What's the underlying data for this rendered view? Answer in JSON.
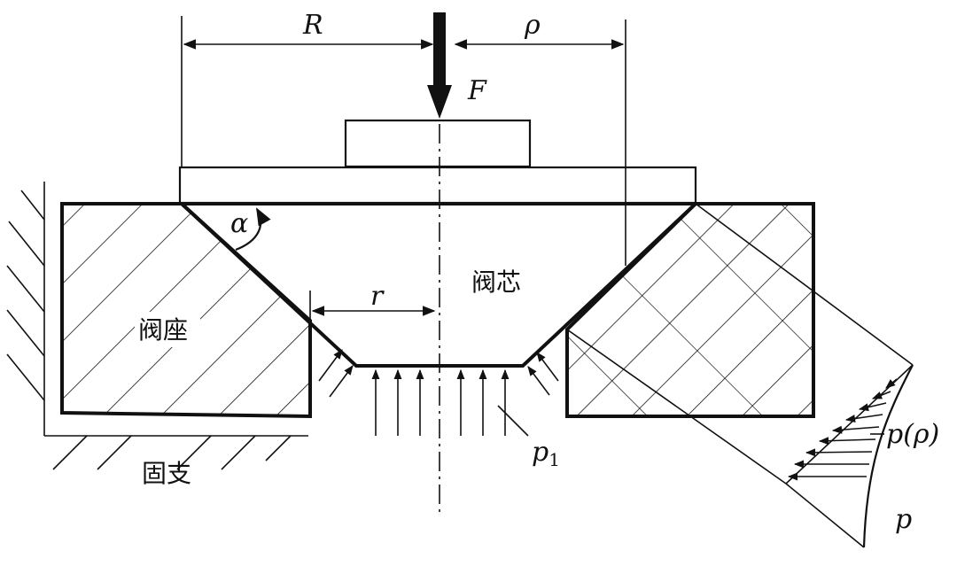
{
  "labels": {
    "R": "R",
    "rho": "ρ",
    "F": "F",
    "alpha": "α",
    "r": "r",
    "valve_core": "阀芯",
    "valve_seat": "阀座",
    "fixed_support": "固支",
    "p1": "p",
    "p1_sub": "1",
    "p_rho": "p(ρ)",
    "p": "p"
  }
}
